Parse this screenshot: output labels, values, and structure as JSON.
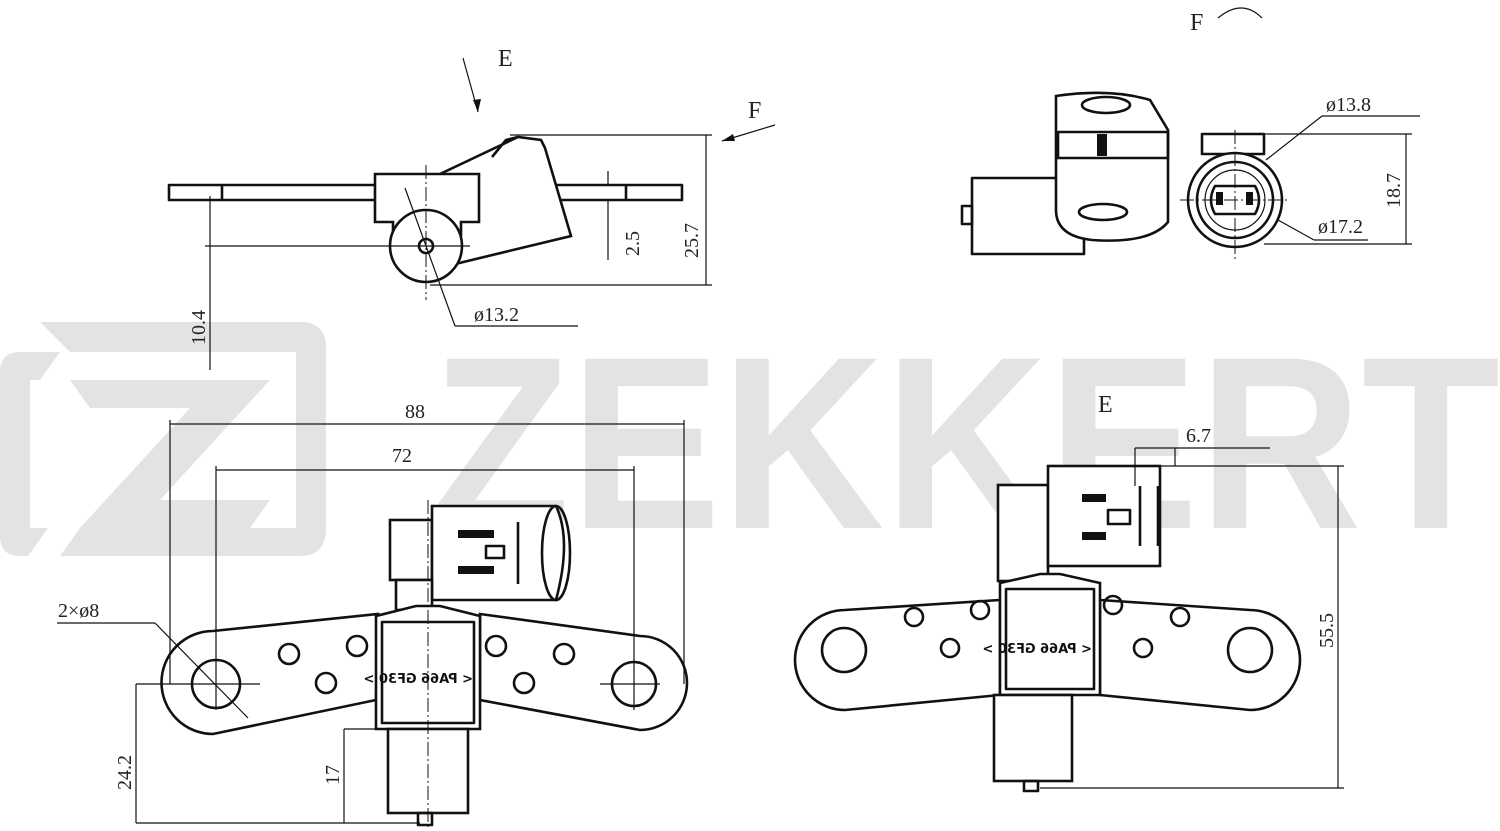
{
  "watermark": {
    "brand": "ZEKKERT",
    "display_text": "ZEKKERT",
    "logo_glyph": "Z",
    "color": "#e3e3e3"
  },
  "views": {
    "side_view": {
      "labels": {
        "view_arrow_e": "E",
        "view_arrow_f": "F"
      },
      "dimensions": {
        "flange_thickness": "2.5",
        "total_height": "25.7",
        "sensor_offset": "10.4",
        "sensor_diameter": "ø13.2"
      }
    },
    "view_f": {
      "title": "F",
      "dimensions": {
        "connector_inner_diameter": "ø13.8",
        "connector_outer_diameter": "ø17.2",
        "connector_height": "18.7"
      }
    },
    "front_view": {
      "marking": "< PA66 GF30 >",
      "marking_mirrored": true,
      "dimensions": {
        "overall_length": "88",
        "hole_spacing": "72",
        "mounting_holes": "2×ø8",
        "hole_to_tip": "24.2",
        "body_length": "17"
      }
    },
    "view_e": {
      "title": "E",
      "marking": "< PA66 GF30 >",
      "marking_mirrored": true,
      "dimensions": {
        "connector_offset": "6.7",
        "total_height": "55.5"
      }
    }
  },
  "colors": {
    "line": "#111111",
    "watermark": "#e3e3e3",
    "background": "#ffffff"
  }
}
